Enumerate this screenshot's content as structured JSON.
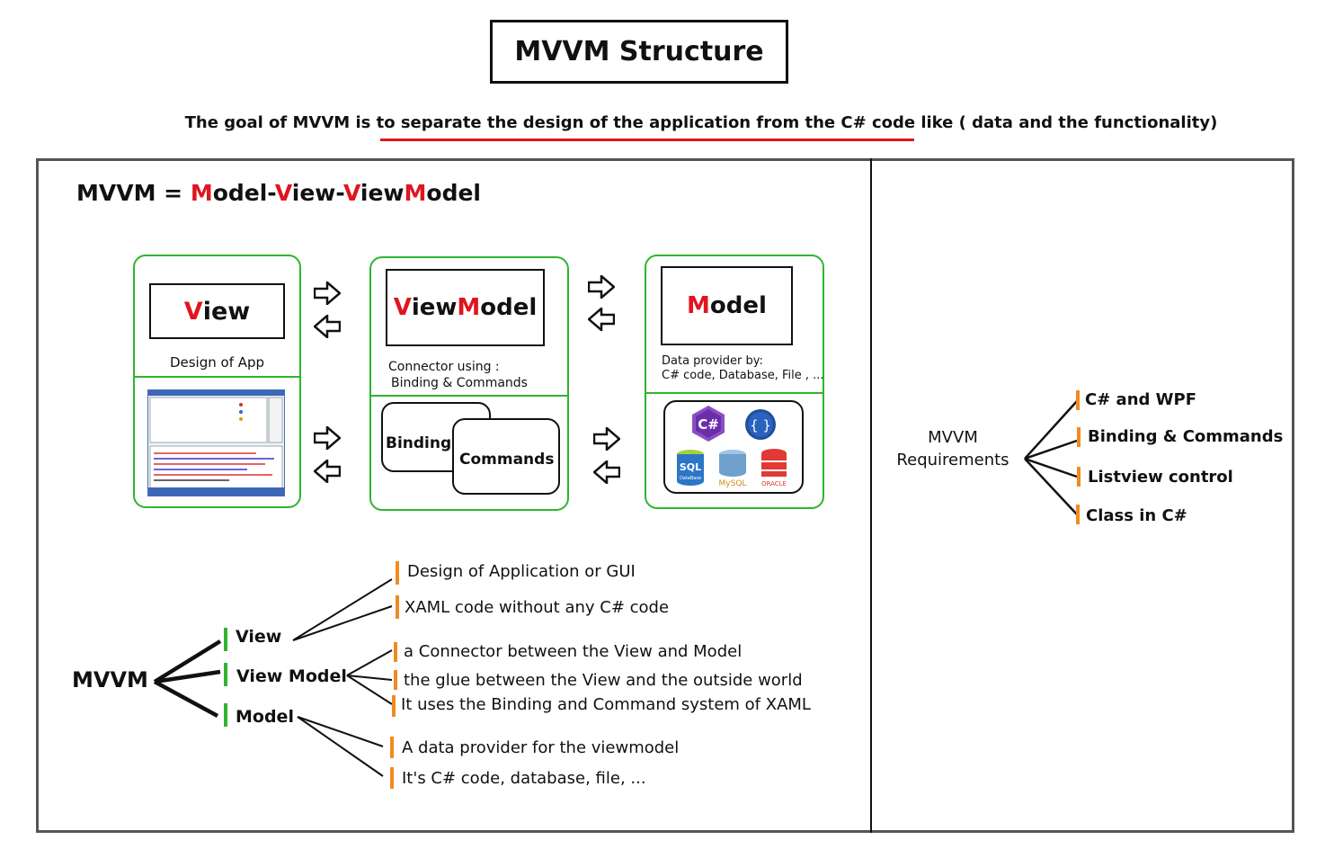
{
  "title": "MVVM Structure",
  "goal": {
    "before": "The goal of MVVM is ",
    "underlined": "to separate the design of the application from the C# code",
    "after": " like ( data and the functionality)"
  },
  "equation": {
    "prefix": "MVVM = ",
    "m1": "M",
    "m1_rest": "odel-",
    "v1": "V",
    "v1_rest": "iew-",
    "v2": "V",
    "v2_mid": "iew",
    "m2": "M",
    "m2_rest": "odel"
  },
  "view_box": {
    "title_first": "V",
    "title_rest": "iew",
    "caption": "Design of App"
  },
  "viewmodel_box": {
    "title_v": "V",
    "title_v_rest": "iew ",
    "title_m": "M",
    "title_m_rest": "odel",
    "caption_line1": "Connector using :",
    "caption_line2": "Binding & Commands",
    "binding": "Binding",
    "commands": "Commands"
  },
  "model_box": {
    "title_first": "M",
    "title_rest": "odel",
    "caption_line1": "Data provider by:",
    "caption_line2": "C# code, Database, File , ...",
    "logos": {
      "csharp": "C#",
      "json": "{ }",
      "sql": "SQL",
      "sql_sub": "DataBase",
      "mysql": "MySQL",
      "oracle": "ORACLE"
    }
  },
  "tree": {
    "root": "MVVM",
    "nodes": [
      {
        "label": "View",
        "leaves": [
          "Design of Application or GUI",
          "XAML code without any C# code"
        ]
      },
      {
        "label": "View Model",
        "leaves": [
          "a Connector between the View and Model",
          "the glue between the View and the outside world",
          "It uses the Binding and Command  system of  XAML"
        ]
      },
      {
        "label": "Model",
        "leaves": [
          "A data provider for the viewmodel",
          "It's C# code, database, file, ..."
        ]
      }
    ]
  },
  "requirements": {
    "root_line1": "MVVM",
    "root_line2": "Requirements",
    "items": [
      "C# and WPF",
      "Binding & Commands",
      "Listview control",
      "Class in C#"
    ]
  },
  "colors": {
    "accent_red": "#e0151f",
    "green": "#2fb52f",
    "orange": "#f28a20"
  }
}
